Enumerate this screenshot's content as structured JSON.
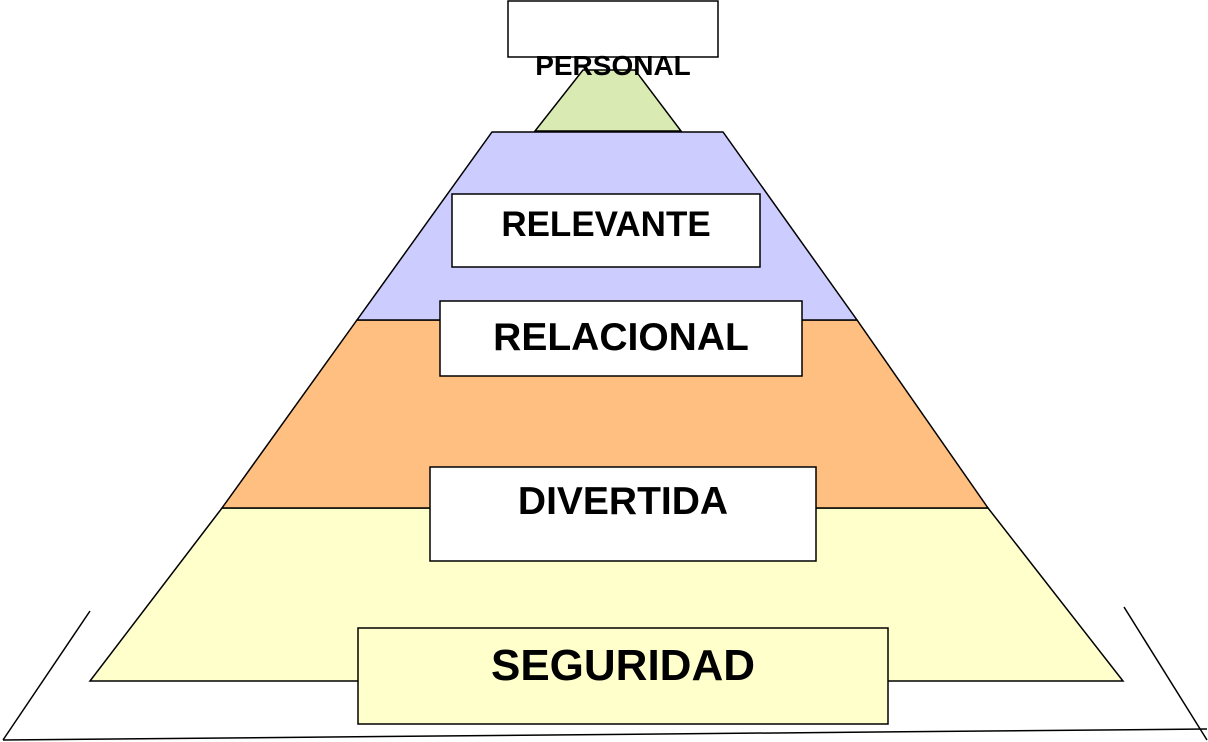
{
  "diagram": {
    "levels": [
      {
        "label": "PERSONAL",
        "color": "#d9eab2"
      },
      {
        "label": "RELEVANTE",
        "color": "#ccccff"
      },
      {
        "label": "RELACIONAL",
        "color": "#ffbf80"
      },
      {
        "label": "DIVERTIDA",
        "color": "#ffbf80"
      },
      {
        "label": "SEGURIDAD",
        "color": "#ffffcc"
      }
    ],
    "box_fill": "#ffffff",
    "base_box_fill": "#ffffcc",
    "stroke": "#000000"
  }
}
